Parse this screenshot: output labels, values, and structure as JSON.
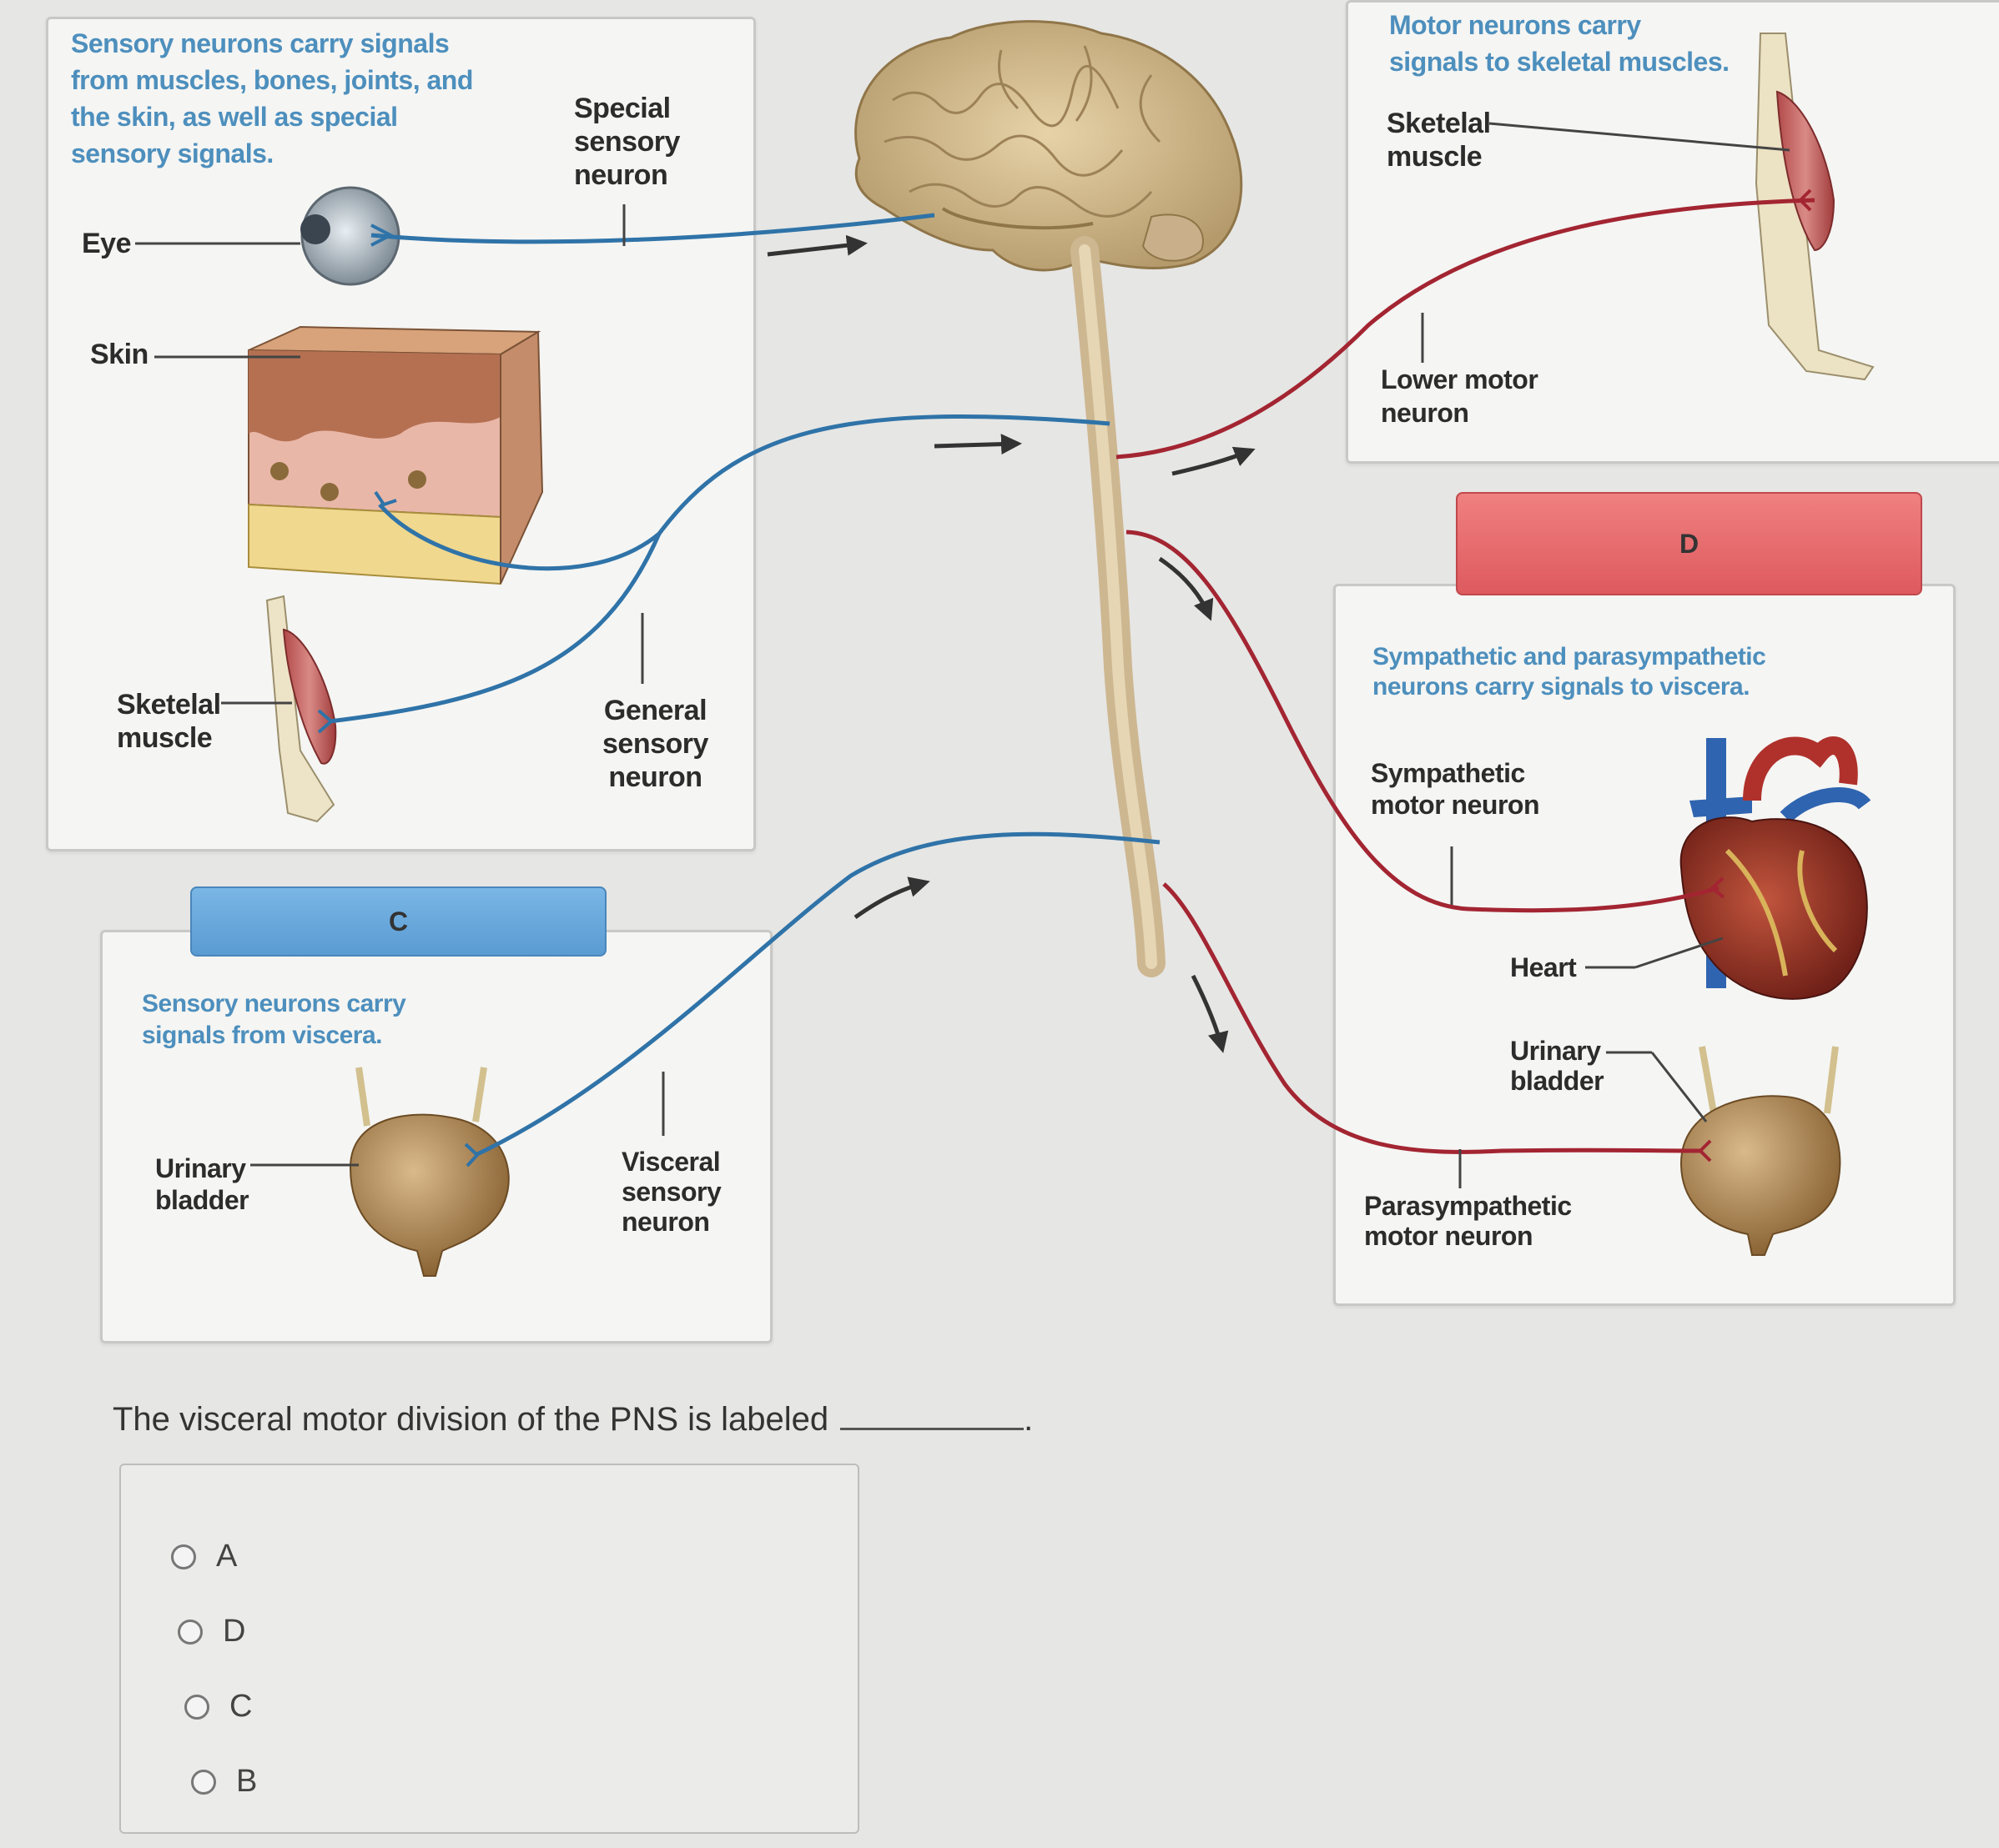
{
  "labels": {
    "sensory_intro": [
      "Sensory neurons carry signals",
      "from muscles, bones, joints, and",
      "the skin, as well as special",
      "sensory signals."
    ],
    "eye": "Eye",
    "skin": "Skin",
    "skeletal_muscle_left": [
      "Sketelal",
      "muscle"
    ],
    "special_sensory": [
      "Special",
      "sensory",
      "neuron"
    ],
    "general_sensory": [
      "General",
      "sensory",
      "neuron"
    ],
    "banner_c": "C",
    "visceral_intro": [
      "Sensory neurons carry",
      "signals from viscera."
    ],
    "urinary_bladder_left": [
      "Urinary",
      "bladder"
    ],
    "visceral_sensory": [
      "Visceral",
      "sensory",
      "neuron"
    ],
    "motor_intro": [
      "Motor neurons carry",
      "signals to skeletal muscles."
    ],
    "skeletal_muscle_right": [
      "Sketelal",
      "muscle"
    ],
    "lower_motor": [
      "Lower motor",
      "neuron"
    ],
    "banner_d": "D",
    "autonomic_intro": [
      "Sympathetic and parasympathetic",
      "neurons carry signals to viscera."
    ],
    "sympathetic": [
      "Sympathetic",
      "motor neuron"
    ],
    "heart": "Heart",
    "urinary_bladder_right": [
      "Urinary",
      "bladder"
    ],
    "parasympathetic": [
      "Parasympathetic",
      "motor neuron"
    ]
  },
  "question": {
    "text": "The visceral motor division of the PNS is labeled",
    "end": ".",
    "options": [
      "A",
      "D",
      "C",
      "B"
    ]
  },
  "colors": {
    "sensory_nerve": "#2f73a8",
    "motor_nerve": "#a32532",
    "intro_text": "#3b86b8",
    "banner_blue": "#5a9bd2",
    "banner_red": "#de5a5e"
  }
}
